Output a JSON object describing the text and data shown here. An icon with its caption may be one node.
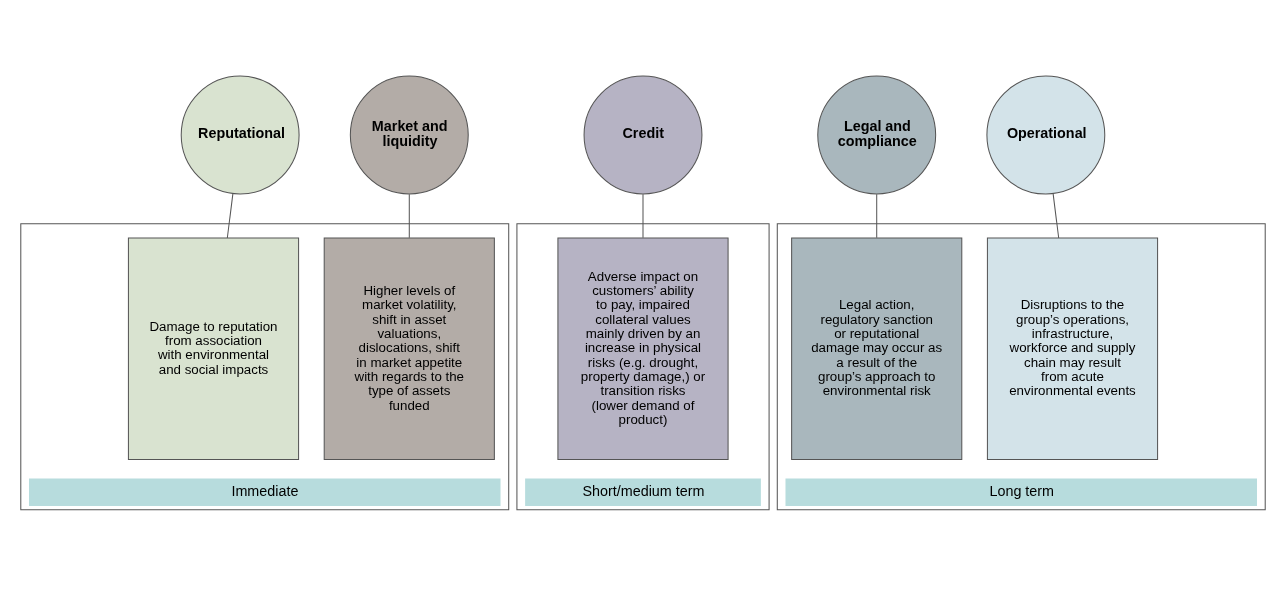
{
  "diagram": {
    "nodes": [
      {
        "text": [
          "Reputational"
        ]
      },
      {
        "text": [
          "Market and liquidity"
        ]
      },
      {
        "text": [
          "Credit"
        ]
      },
      {
        "text": [
          "Legal and compliance"
        ]
      },
      {
        "text": [
          "Operational"
        ]
      },
      {
        "text": [
          "Immediate"
        ]
      },
      {
        "text": [
          "Damage to reputation from association with environmental and social impacts"
        ],
        "in": 5
      },
      {
        "text": [
          "Higher levels of market volatility, shift in asset valuations, dislocations, shift in market appetite with regards to the type of assets funded"
        ],
        "in": 5
      },
      {
        "text": [
          "Short/medium term"
        ]
      },
      {
        "text": [
          "Adverse impact on customers’ ability to pay, impaired collateral values mainly driven by an increase in physical risks (e.g. drought, property damage,) or transition risks (lower demand of product)"
        ],
        "in": 8
      },
      {
        "text": [
          "Long term"
        ]
      },
      {
        "text": [
          "Legal action, regulatory sanction or reputational damage may occur as a result of the group’s approach to environmental risk"
        ],
        "in": 10
      },
      {
        "text": [
          "Disruptions to the group’s operations, infrastructure, workforce and supply chain may result from acute environmental events"
        ],
        "in": 10
      }
    ],
    "edges": [
      {
        "from": 0,
        "to": 6,
        "arrow": "none"
      },
      {
        "from": 1,
        "to": 7,
        "arrow": "none"
      },
      {
        "from": 2,
        "to": 9,
        "arrow": "none"
      },
      {
        "from": 3,
        "to": 11,
        "arrow": "none"
      },
      {
        "from": 4,
        "to": 12,
        "arrow": "none"
      }
    ]
  }
}
